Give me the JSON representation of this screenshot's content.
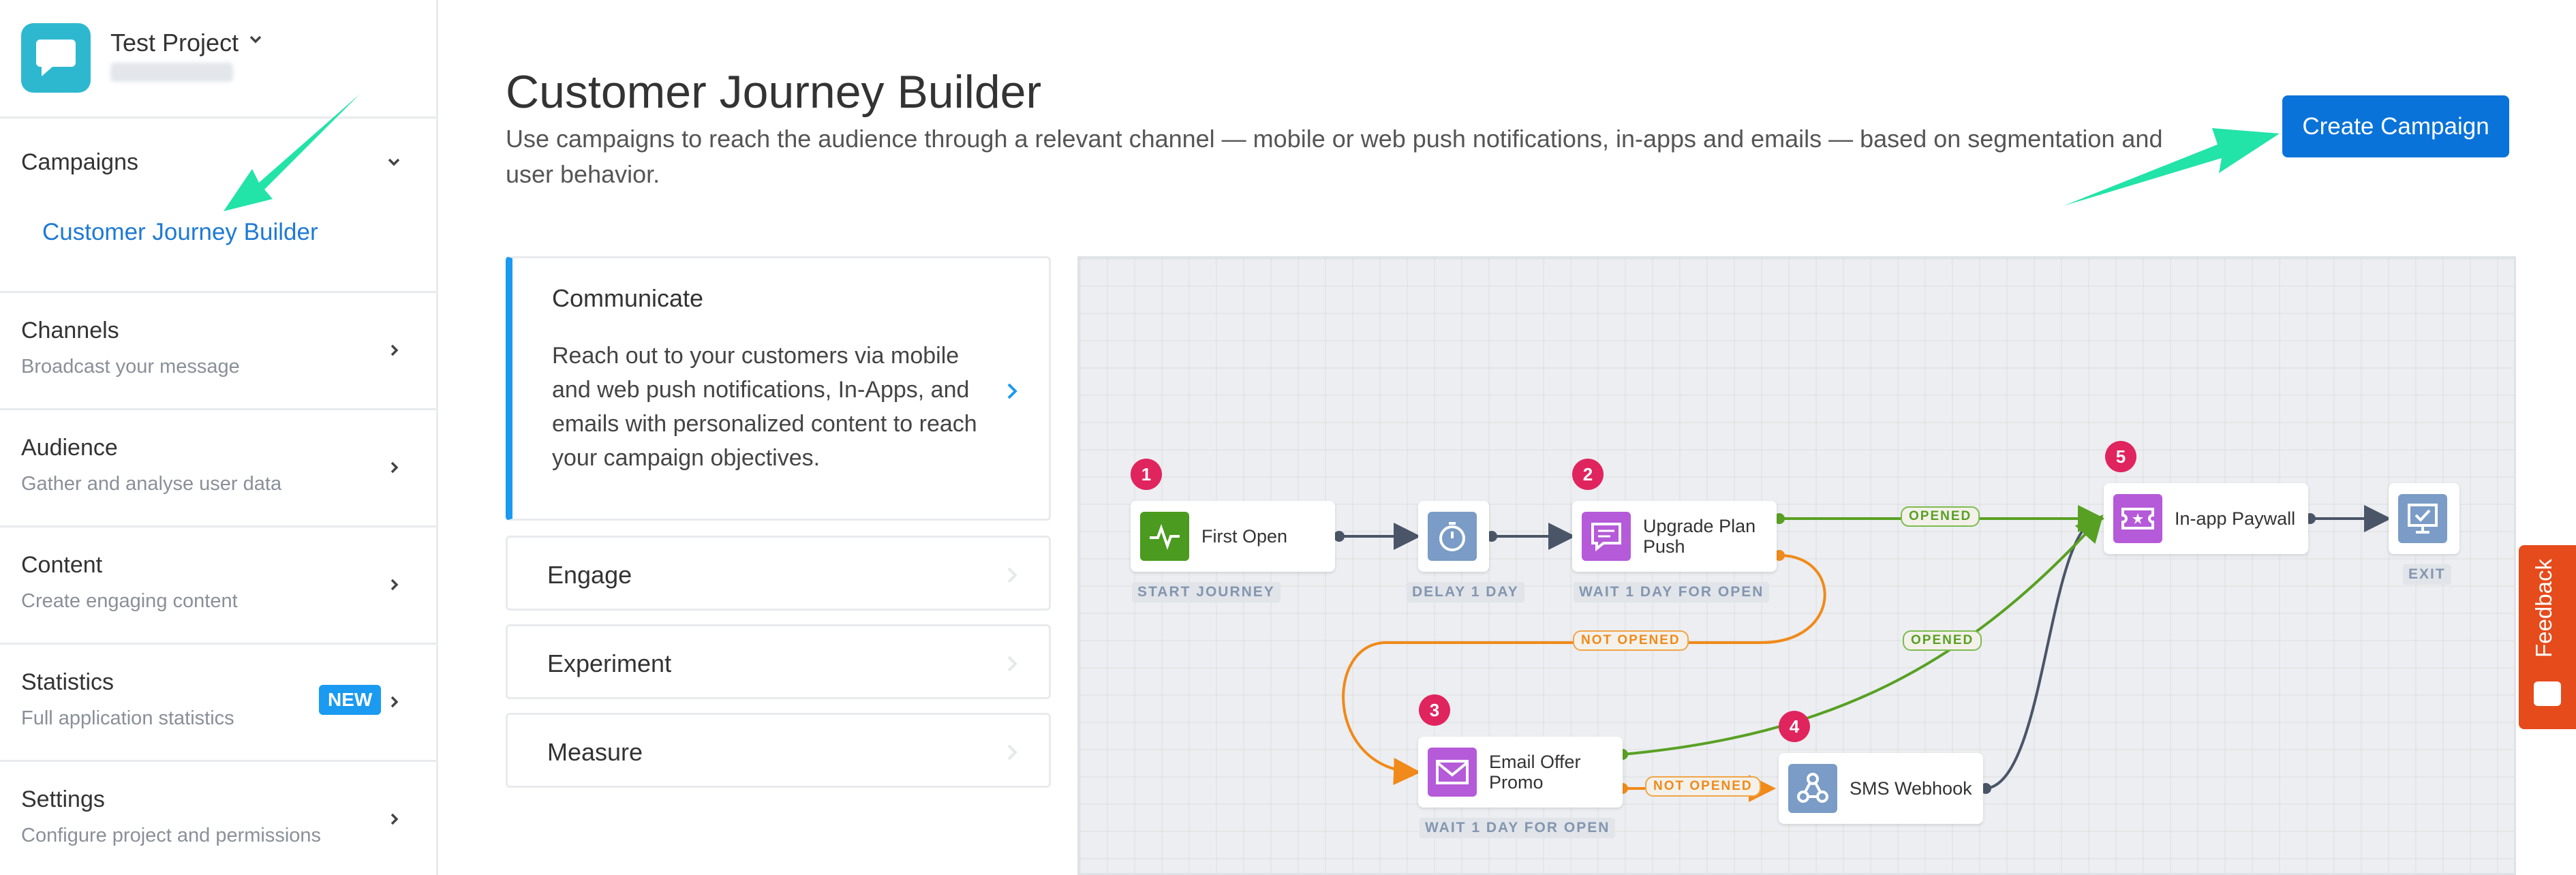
{
  "project": {
    "name": "Test Project"
  },
  "sidebar": {
    "campaigns": {
      "title": "Campaigns",
      "item": "Customer Journey Builder"
    },
    "sections": [
      {
        "title": "Channels",
        "subtitle": "Broadcast your message"
      },
      {
        "title": "Audience",
        "subtitle": "Gather and analyse user data"
      },
      {
        "title": "Content",
        "subtitle": "Create engaging content"
      },
      {
        "title": "Statistics",
        "subtitle": "Full application statistics",
        "badge": "NEW"
      },
      {
        "title": "Settings",
        "subtitle": "Configure project and permissions"
      }
    ]
  },
  "main": {
    "title": "Customer Journey Builder",
    "description": "Use campaigns to reach the audience through a relevant channel — mobile or web push notifications, in-apps and emails — based on segmentation and user behavior.",
    "create_button": "Create Campaign",
    "accordion": [
      {
        "title": "Communicate",
        "body": "Reach out to your customers via mobile and web push notifications, In-Apps, and emails with personalized content to reach your campaign objectives."
      },
      {
        "title": "Engage"
      },
      {
        "title": "Experiment"
      },
      {
        "title": "Measure"
      }
    ]
  },
  "journey": {
    "nodes": [
      {
        "label": "First Open",
        "caption": "START JOURNEY",
        "step": "1",
        "icon": "activity-icon",
        "color": "#4a9b1f"
      },
      {
        "label": "",
        "caption": "DELAY 1 DAY",
        "icon": "timer-icon",
        "color": "#7a9cc6"
      },
      {
        "label": "Upgrade Plan Push",
        "caption": "WAIT 1 DAY FOR OPEN",
        "step": "2",
        "icon": "push-message-icon",
        "color": "#b55ad8"
      },
      {
        "label": "Email Offer Promo",
        "caption": "WAIT 1 DAY FOR OPEN",
        "step": "3",
        "icon": "envelope-icon",
        "color": "#b55ad8"
      },
      {
        "label": "SMS Webhook",
        "step": "4",
        "icon": "webhook-icon",
        "color": "#7a9cc6"
      },
      {
        "label": "In-app Paywall",
        "step": "5",
        "icon": "ticket-icon",
        "color": "#b55ad8"
      },
      {
        "label": "",
        "caption": "EXIT",
        "icon": "flag-check-icon",
        "color": "#7a9cc6"
      }
    ],
    "edge_labels": {
      "opened": "OPENED",
      "not_opened": "NOT OPENED"
    },
    "colors": {
      "green": "#58a023",
      "orange": "#f08a1a",
      "dark": "#4a5568"
    }
  },
  "feedback": "Feedback",
  "accent": "#0a73d9"
}
